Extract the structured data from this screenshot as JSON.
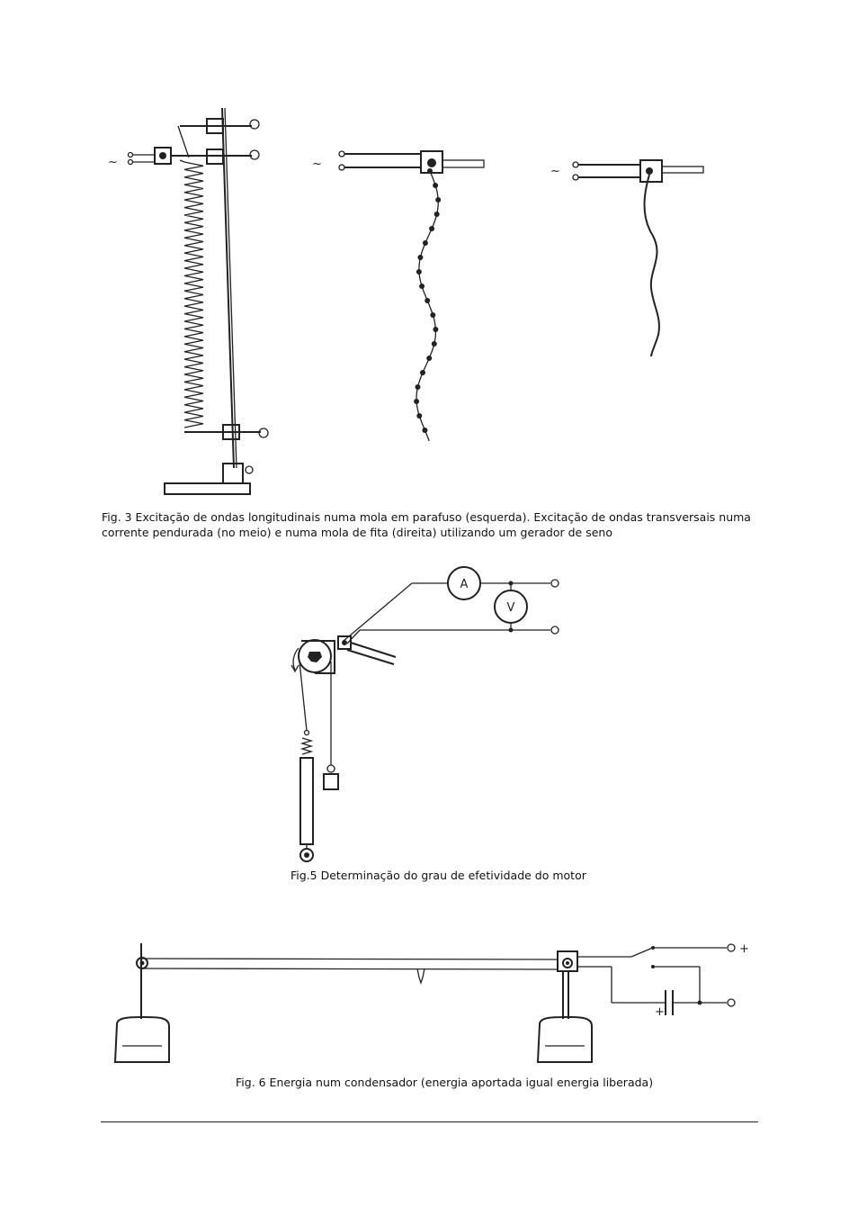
{
  "figures": [
    {
      "id": "fig3",
      "caption": "Fig. 3 Excitação de ondas longitudinais numa mola em parafuso (esquerda). Excitação de ondas transversais numa corrente pendurada (no meio) e numa mola de fita (direita) utilizando um gerador de seno",
      "ac_symbol": "~"
    },
    {
      "id": "fig5",
      "caption": "Fig.5 Determinação do grau de efetividade do motor",
      "ammeter_label": "A",
      "voltmeter_label": "V"
    },
    {
      "id": "fig6",
      "caption": "Fig. 6 Energia num condensador (energia aportada igual energia liberada)",
      "plus_terminal": "+",
      "capacitor_plus": "+"
    }
  ]
}
